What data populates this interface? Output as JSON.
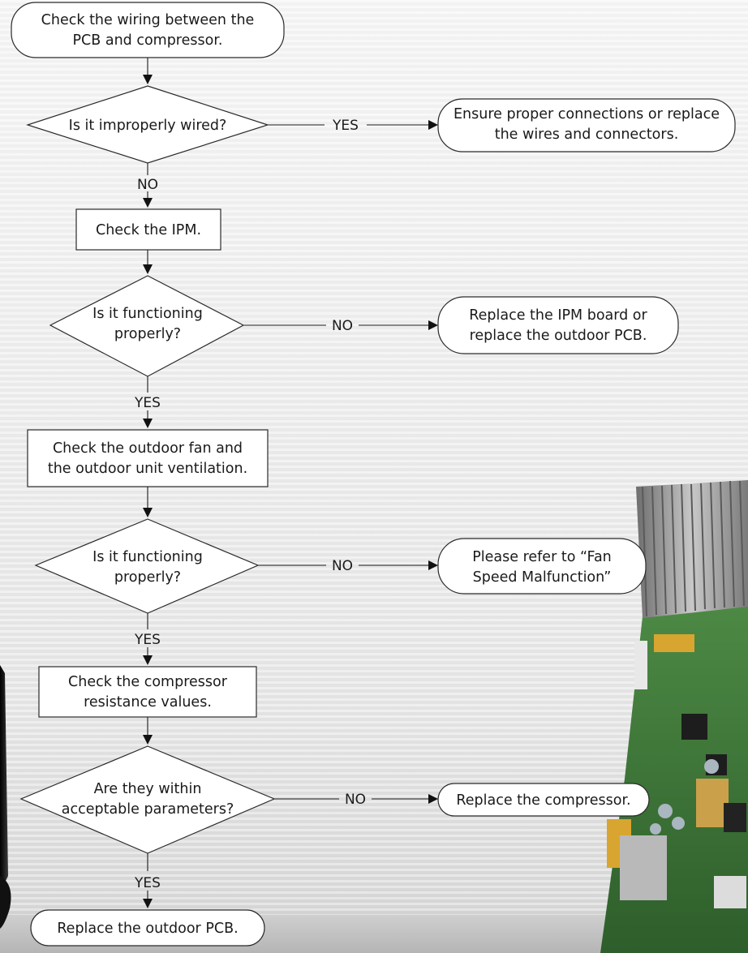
{
  "nodes": {
    "start": [
      "Check the wiring between the",
      "PCB and compressor."
    ],
    "q_wired": [
      "Is it improperly wired?"
    ],
    "fix_wiring": [
      "Ensure proper connections or replace",
      "the wires and connectors."
    ],
    "check_ipm": [
      "Check the IPM."
    ],
    "q_ipm": [
      "Is it functioning",
      "properly?"
    ],
    "replace_ipm": [
      "Replace the IPM board or",
      "replace the outdoor PCB."
    ],
    "check_fan": [
      "Check the outdoor fan and",
      "the outdoor unit ventilation."
    ],
    "q_fan": [
      "Is it functioning",
      "properly?"
    ],
    "fan_ref": [
      "Please refer to “Fan",
      "Speed Malfunction”"
    ],
    "check_resistance": [
      "Check the compressor",
      "resistance values."
    ],
    "q_resistance": [
      "Are they within",
      "acceptable parameters?"
    ],
    "replace_compressor": [
      "Replace the compressor."
    ],
    "replace_pcb": [
      "Replace the outdoor PCB."
    ]
  },
  "edges": {
    "wired_yes": "YES",
    "wired_no": "NO",
    "ipm_no": "NO",
    "ipm_yes": "YES",
    "fan_no": "NO",
    "fan_yes": "YES",
    "resistance_no": "NO",
    "resistance_yes": "YES"
  },
  "colors": {
    "line": "#1a1a1a",
    "box_fill": "#ffffff",
    "pcb_green": "#3f7a3a",
    "heatsink": "#9a9a9a"
  }
}
